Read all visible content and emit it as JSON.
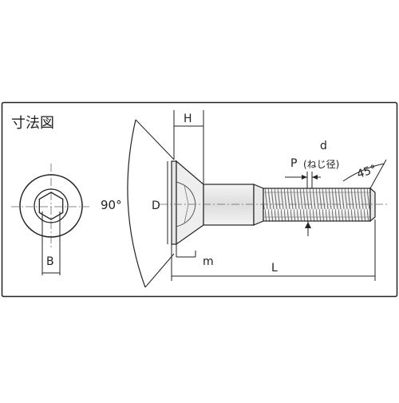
{
  "title": "寸法図",
  "labels": {
    "H": "H",
    "d": "d",
    "P": "P",
    "thread_note": "(ねじ径)",
    "angle_head": "90°",
    "angle_tip": "45°",
    "D": "D",
    "B": "B",
    "m": "m",
    "L": "L"
  }
}
